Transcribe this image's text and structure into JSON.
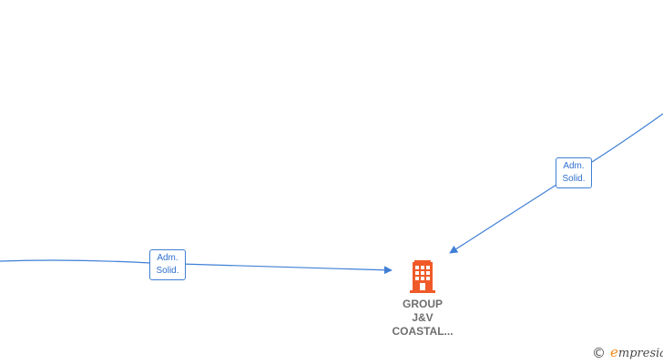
{
  "edges": [
    {
      "id": "left-edge",
      "label_line1": "Adm.",
      "label_line2": "Solid."
    },
    {
      "id": "right-edge",
      "label_line1": "Adm.",
      "label_line2": "Solid."
    }
  ],
  "node": {
    "type": "company",
    "name_line1": "GROUP",
    "name_line2": "J&V",
    "name_line3": "COASTAL..."
  },
  "colors": {
    "edge": "#3f7fd6",
    "company_icon": "#f05a28",
    "node_text": "#6e6e6e"
  },
  "watermark": {
    "symbol": "©",
    "brand_initial": "e",
    "brand_rest": "mpresia"
  }
}
